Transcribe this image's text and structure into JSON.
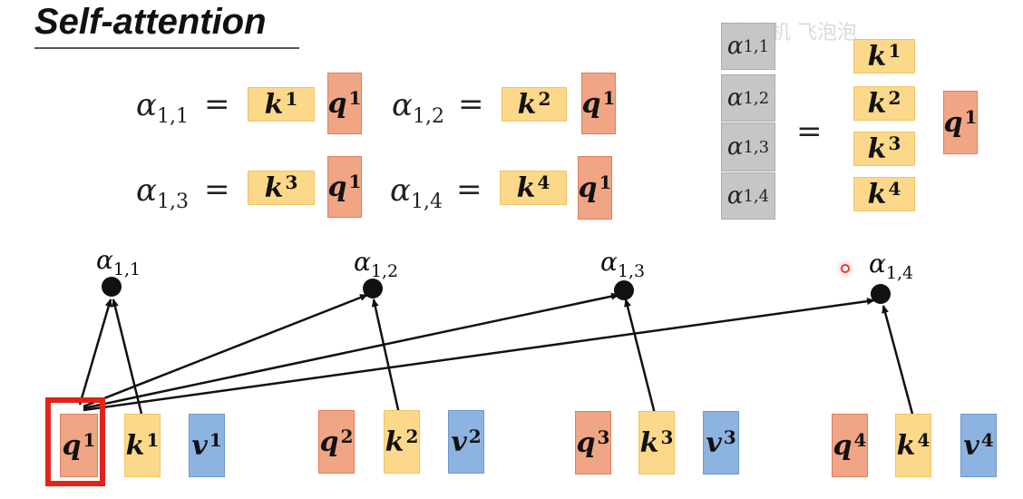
{
  "title": "Self-attention",
  "watermark": "泡泡机 飞泡泡",
  "equations": [
    {
      "alpha": "α",
      "sub": "1,1",
      "k": "k",
      "ksup": "1",
      "q": "q",
      "qsup": "1"
    },
    {
      "alpha": "α",
      "sub": "1,2",
      "k": "k",
      "ksup": "2",
      "q": "q",
      "qsup": "1"
    },
    {
      "alpha": "α",
      "sub": "1,3",
      "k": "k",
      "ksup": "3",
      "q": "q",
      "qsup": "1"
    },
    {
      "alpha": "α",
      "sub": "1,4",
      "k": "k",
      "ksup": "4",
      "q": "q",
      "qsup": "1"
    }
  ],
  "equals": "=",
  "matrix": {
    "alphas": [
      {
        "alpha": "α",
        "sub": "1,1"
      },
      {
        "alpha": "α",
        "sub": "1,2"
      },
      {
        "alpha": "α",
        "sub": "1,3"
      },
      {
        "alpha": "α",
        "sub": "1,4"
      }
    ],
    "keys": [
      {
        "k": "k",
        "sup": "1"
      },
      {
        "k": "k",
        "sup": "2"
      },
      {
        "k": "k",
        "sup": "3"
      },
      {
        "k": "k",
        "sup": "4"
      }
    ],
    "query": {
      "q": "q",
      "sup": "1"
    }
  },
  "nodes": [
    {
      "alpha": "α",
      "sub": "1,1"
    },
    {
      "alpha": "α",
      "sub": "1,2"
    },
    {
      "alpha": "α",
      "sub": "1,3"
    },
    {
      "alpha": "α",
      "sub": "1,4"
    }
  ],
  "vectors": [
    {
      "q": "q",
      "k": "k",
      "v": "v",
      "sup": "1"
    },
    {
      "q": "q",
      "k": "k",
      "v": "v",
      "sup": "2"
    },
    {
      "q": "q",
      "k": "k",
      "v": "v",
      "sup": "3"
    },
    {
      "q": "q",
      "k": "k",
      "v": "v",
      "sup": "4"
    }
  ],
  "colors": {
    "key": "#fcd88a",
    "query": "#f0a585",
    "value": "#8db3e0",
    "alpha_matrix": "#c6c6c6",
    "highlight": "#e2231a"
  }
}
